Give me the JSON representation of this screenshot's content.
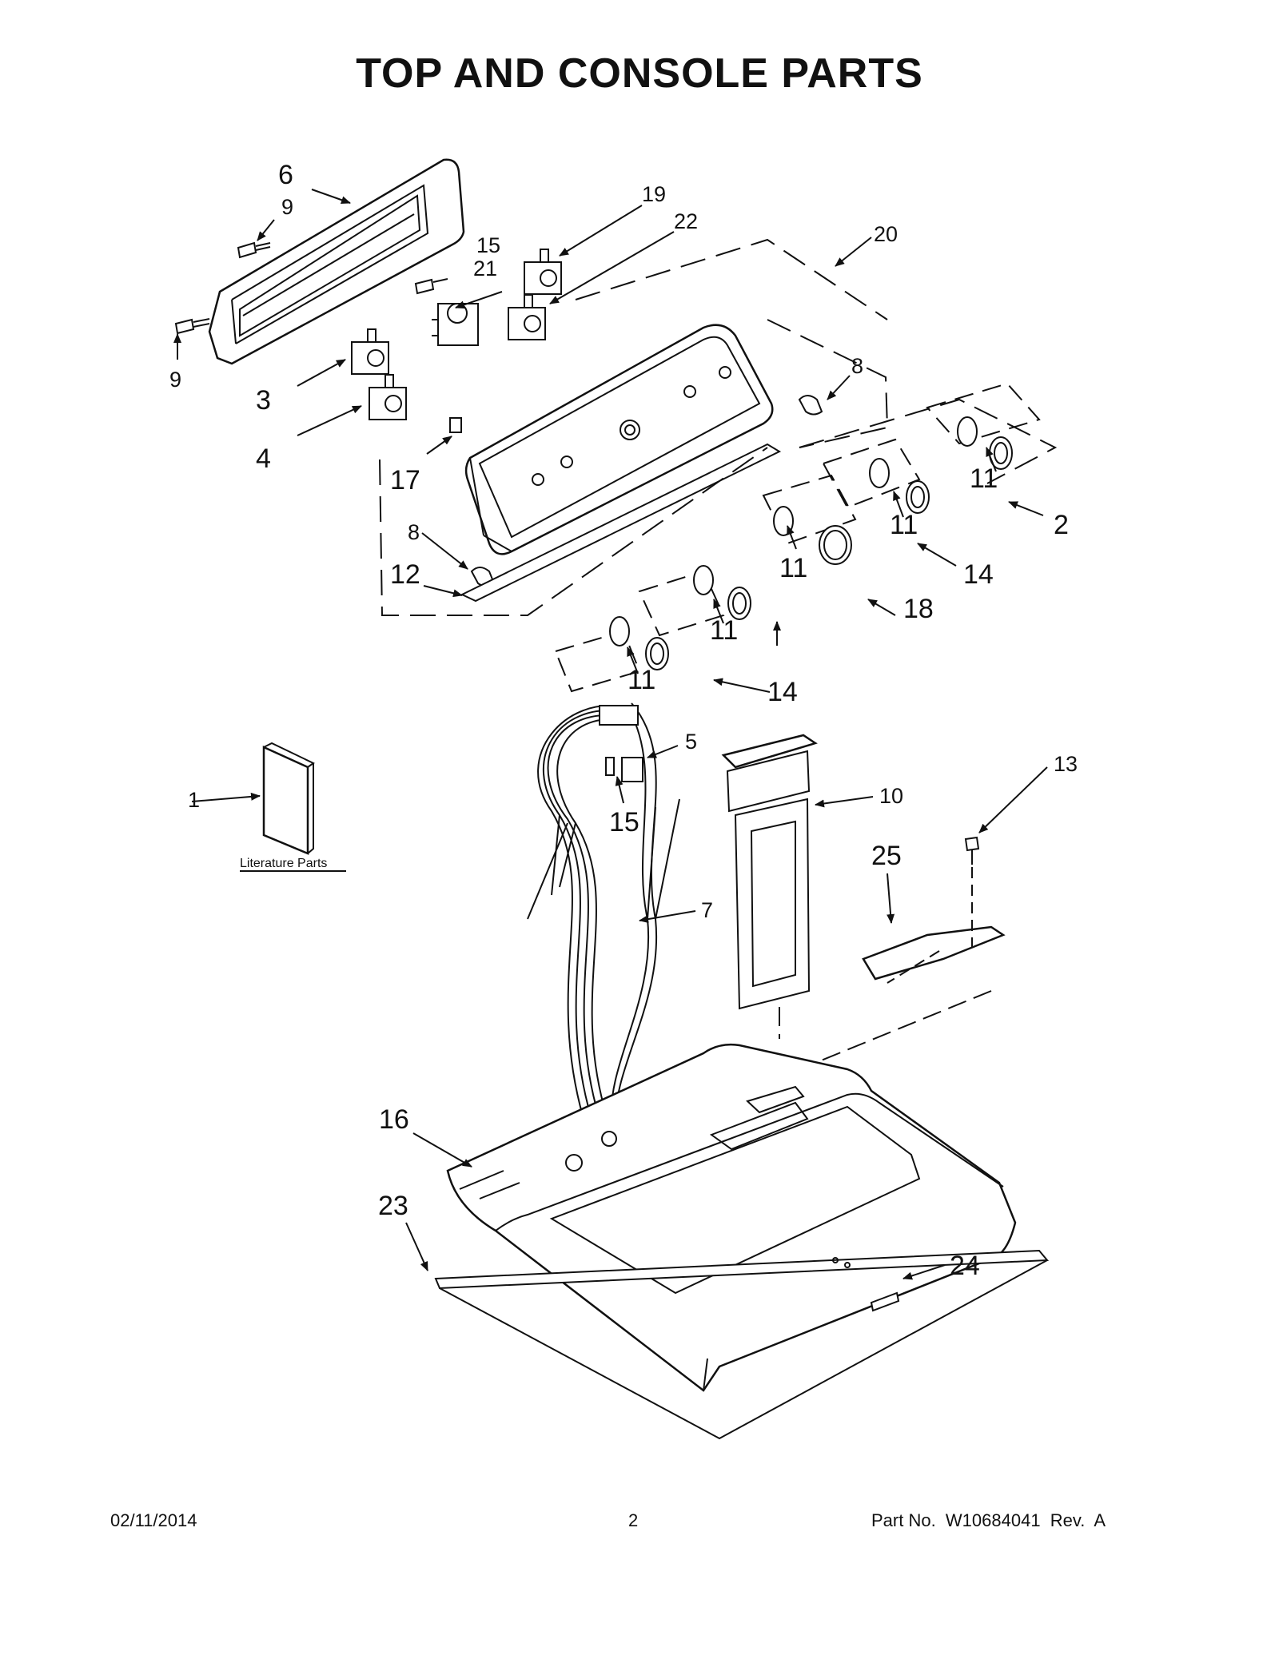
{
  "page_title": "TOP AND CONSOLE PARTS",
  "callouts": {
    "c1": "1",
    "c2": "2",
    "c3": "3",
    "c4": "4",
    "c5": "5",
    "c6": "6",
    "c7": "7",
    "c8a": "8",
    "c8b": "8",
    "c9a": "9",
    "c9b": "9",
    "c10": "10",
    "c11a": "11",
    "c11b": "11",
    "c11c": "11",
    "c11d": "11",
    "c11e": "11",
    "c12": "12",
    "c13": "13",
    "c14a": "14",
    "c14b": "14",
    "c15a": "15",
    "c15b": "15",
    "c16": "16",
    "c17": "17",
    "c18": "18",
    "c19": "19",
    "c20": "20",
    "c21": "21",
    "c22": "22",
    "c23": "23",
    "c24": "24",
    "c25": "25"
  },
  "literature_label": "Literature Parts",
  "footer": {
    "date": "02/11/2014",
    "page_number": "2",
    "part_number": "Part No.  W10684041  Rev.  A"
  }
}
